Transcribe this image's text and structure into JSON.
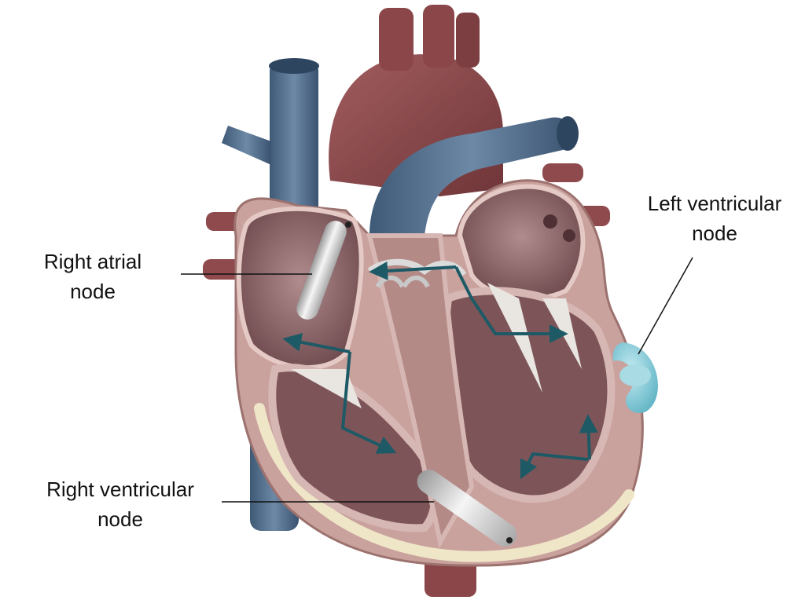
{
  "labels": {
    "right_atrial_node": [
      "Right atrial",
      "node"
    ],
    "right_ventricular_node": [
      "Right ventricular",
      "node"
    ],
    "left_ventricular_node": [
      "Left ventricular",
      "node"
    ]
  },
  "colors": {
    "vein_blue": "#536f8c",
    "artery_red": "#8e4a4c",
    "myocardium": "#cfb0ac",
    "chamber": "#8e6468",
    "valve_chords": "#e9e6e2",
    "pathway_arrows": "#1d5a66",
    "node_device": "#d8d8d8",
    "left_node_device": "#8ed0dc"
  }
}
